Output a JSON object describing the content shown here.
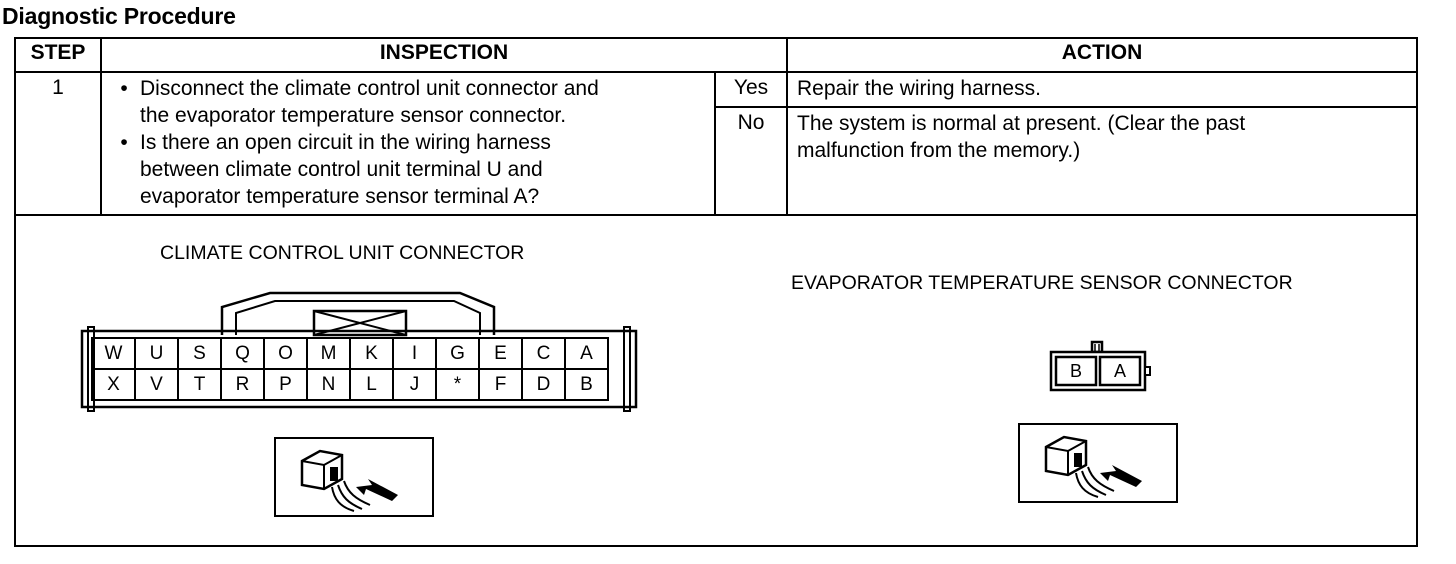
{
  "page_title": "Diagnostic Procedure",
  "table": {
    "headers": {
      "step": "STEP",
      "inspection": "INSPECTION",
      "action": "ACTION"
    },
    "rows": [
      {
        "step": "1",
        "inspection": [
          [
            "Disconnect the climate control unit connector and",
            "the evaporator temperature sensor connector."
          ],
          [
            "Is there an open circuit in the wiring harness",
            "between climate control unit terminal U and",
            "evaporator temperature sensor terminal A?"
          ]
        ],
        "results": [
          {
            "answer": "Yes",
            "action": [
              "Repair the wiring harness."
            ]
          },
          {
            "answer": "No",
            "action": [
              "The system is normal at present. (Clear the past",
              "malfunction from the memory.)"
            ]
          }
        ]
      }
    ]
  },
  "figures": {
    "climate_connector": {
      "label": "CLIMATE CONTROL UNIT CONNECTOR",
      "top_row": [
        "W",
        "U",
        "S",
        "Q",
        "O",
        "M",
        "K",
        "I",
        "G",
        "E",
        "C",
        "A"
      ],
      "bottom_row": [
        "X",
        "V",
        "T",
        "R",
        "P",
        "N",
        "L",
        "J",
        "*",
        "F",
        "D",
        "B"
      ]
    },
    "evap_connector": {
      "label": "EVAPORATOR TEMPERATURE SENSOR CONNECTOR",
      "terminals": [
        "B",
        "A"
      ]
    }
  }
}
